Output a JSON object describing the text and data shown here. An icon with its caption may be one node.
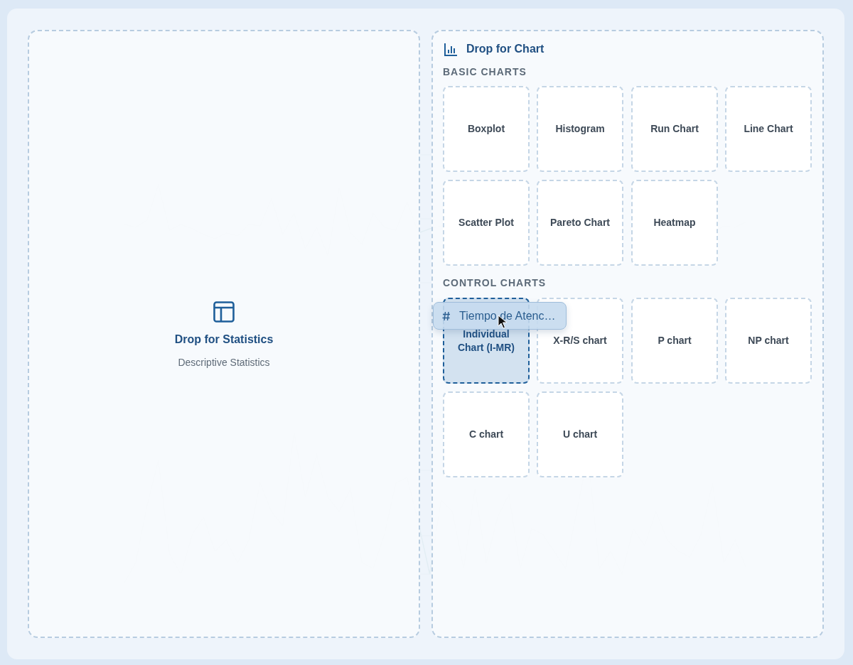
{
  "diagram": {
    "nodes": [
      {
        "text": [
          "Drop for Statistics",
          "Descriptive Statistics"
        ]
      },
      {
        "text": [
          "Drop for Chart"
        ]
      },
      {
        "text": [
          "Boxplot"
        ],
        "in": 1
      },
      {
        "text": [
          "Histogram"
        ],
        "in": 1
      },
      {
        "text": [
          "Run Chart"
        ],
        "in": 1
      },
      {
        "text": [
          "Line Chart"
        ],
        "in": 1
      },
      {
        "text": [
          "Scatter Plot"
        ],
        "in": 1
      },
      {
        "text": [
          "Pareto Chart"
        ],
        "in": 1
      },
      {
        "text": [
          "Heatmap"
        ],
        "in": 1
      },
      {
        "text": [
          "Individual Chart (I-MR)"
        ],
        "in": 1
      },
      {
        "text": [
          "X-R/S chart"
        ],
        "in": 1
      },
      {
        "text": [
          "P chart"
        ],
        "in": 1
      },
      {
        "text": [
          "NP chart"
        ],
        "in": 1
      },
      {
        "text": [
          "C chart"
        ],
        "in": 1
      },
      {
        "text": [
          "U chart"
        ],
        "in": 1
      },
      {
        "text": [
          "Tiempo de Atenc…"
        ],
        "in": 1
      }
    ],
    "edges": [],
    "labels": [
      "BASIC CHARTS",
      "CONTROL CHARTS"
    ]
  }
}
